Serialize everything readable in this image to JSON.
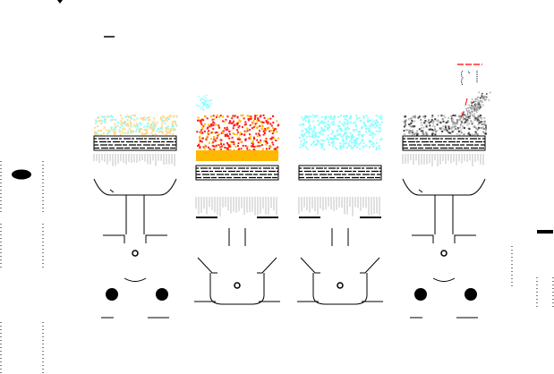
{
  "diagram": {
    "panels": [
      {
        "id": "intake",
        "layout": "top",
        "particle_colors": [
          "#ffd98a",
          "#88ffff",
          "#ffd98a"
        ],
        "band_color": null
      },
      {
        "id": "compression",
        "layout": "bottom",
        "particle_colors": [
          "#ff1a1a",
          "#ffb800",
          "#ff1a1a"
        ],
        "band_color": "#ffb800",
        "puff_color": "#88ffff"
      },
      {
        "id": "power",
        "layout": "bottom",
        "particle_colors": [
          "#88ffff",
          "#88ffff"
        ],
        "band_color": null
      },
      {
        "id": "exhaust",
        "layout": "top",
        "particle_colors": [
          "#909090",
          "#c0c0c0",
          "#404040"
        ],
        "band_color": null,
        "smoke": true
      }
    ],
    "colors": {
      "ink": "#000000",
      "skirt": "#c0c0c0",
      "marker": "#ff0000"
    }
  }
}
